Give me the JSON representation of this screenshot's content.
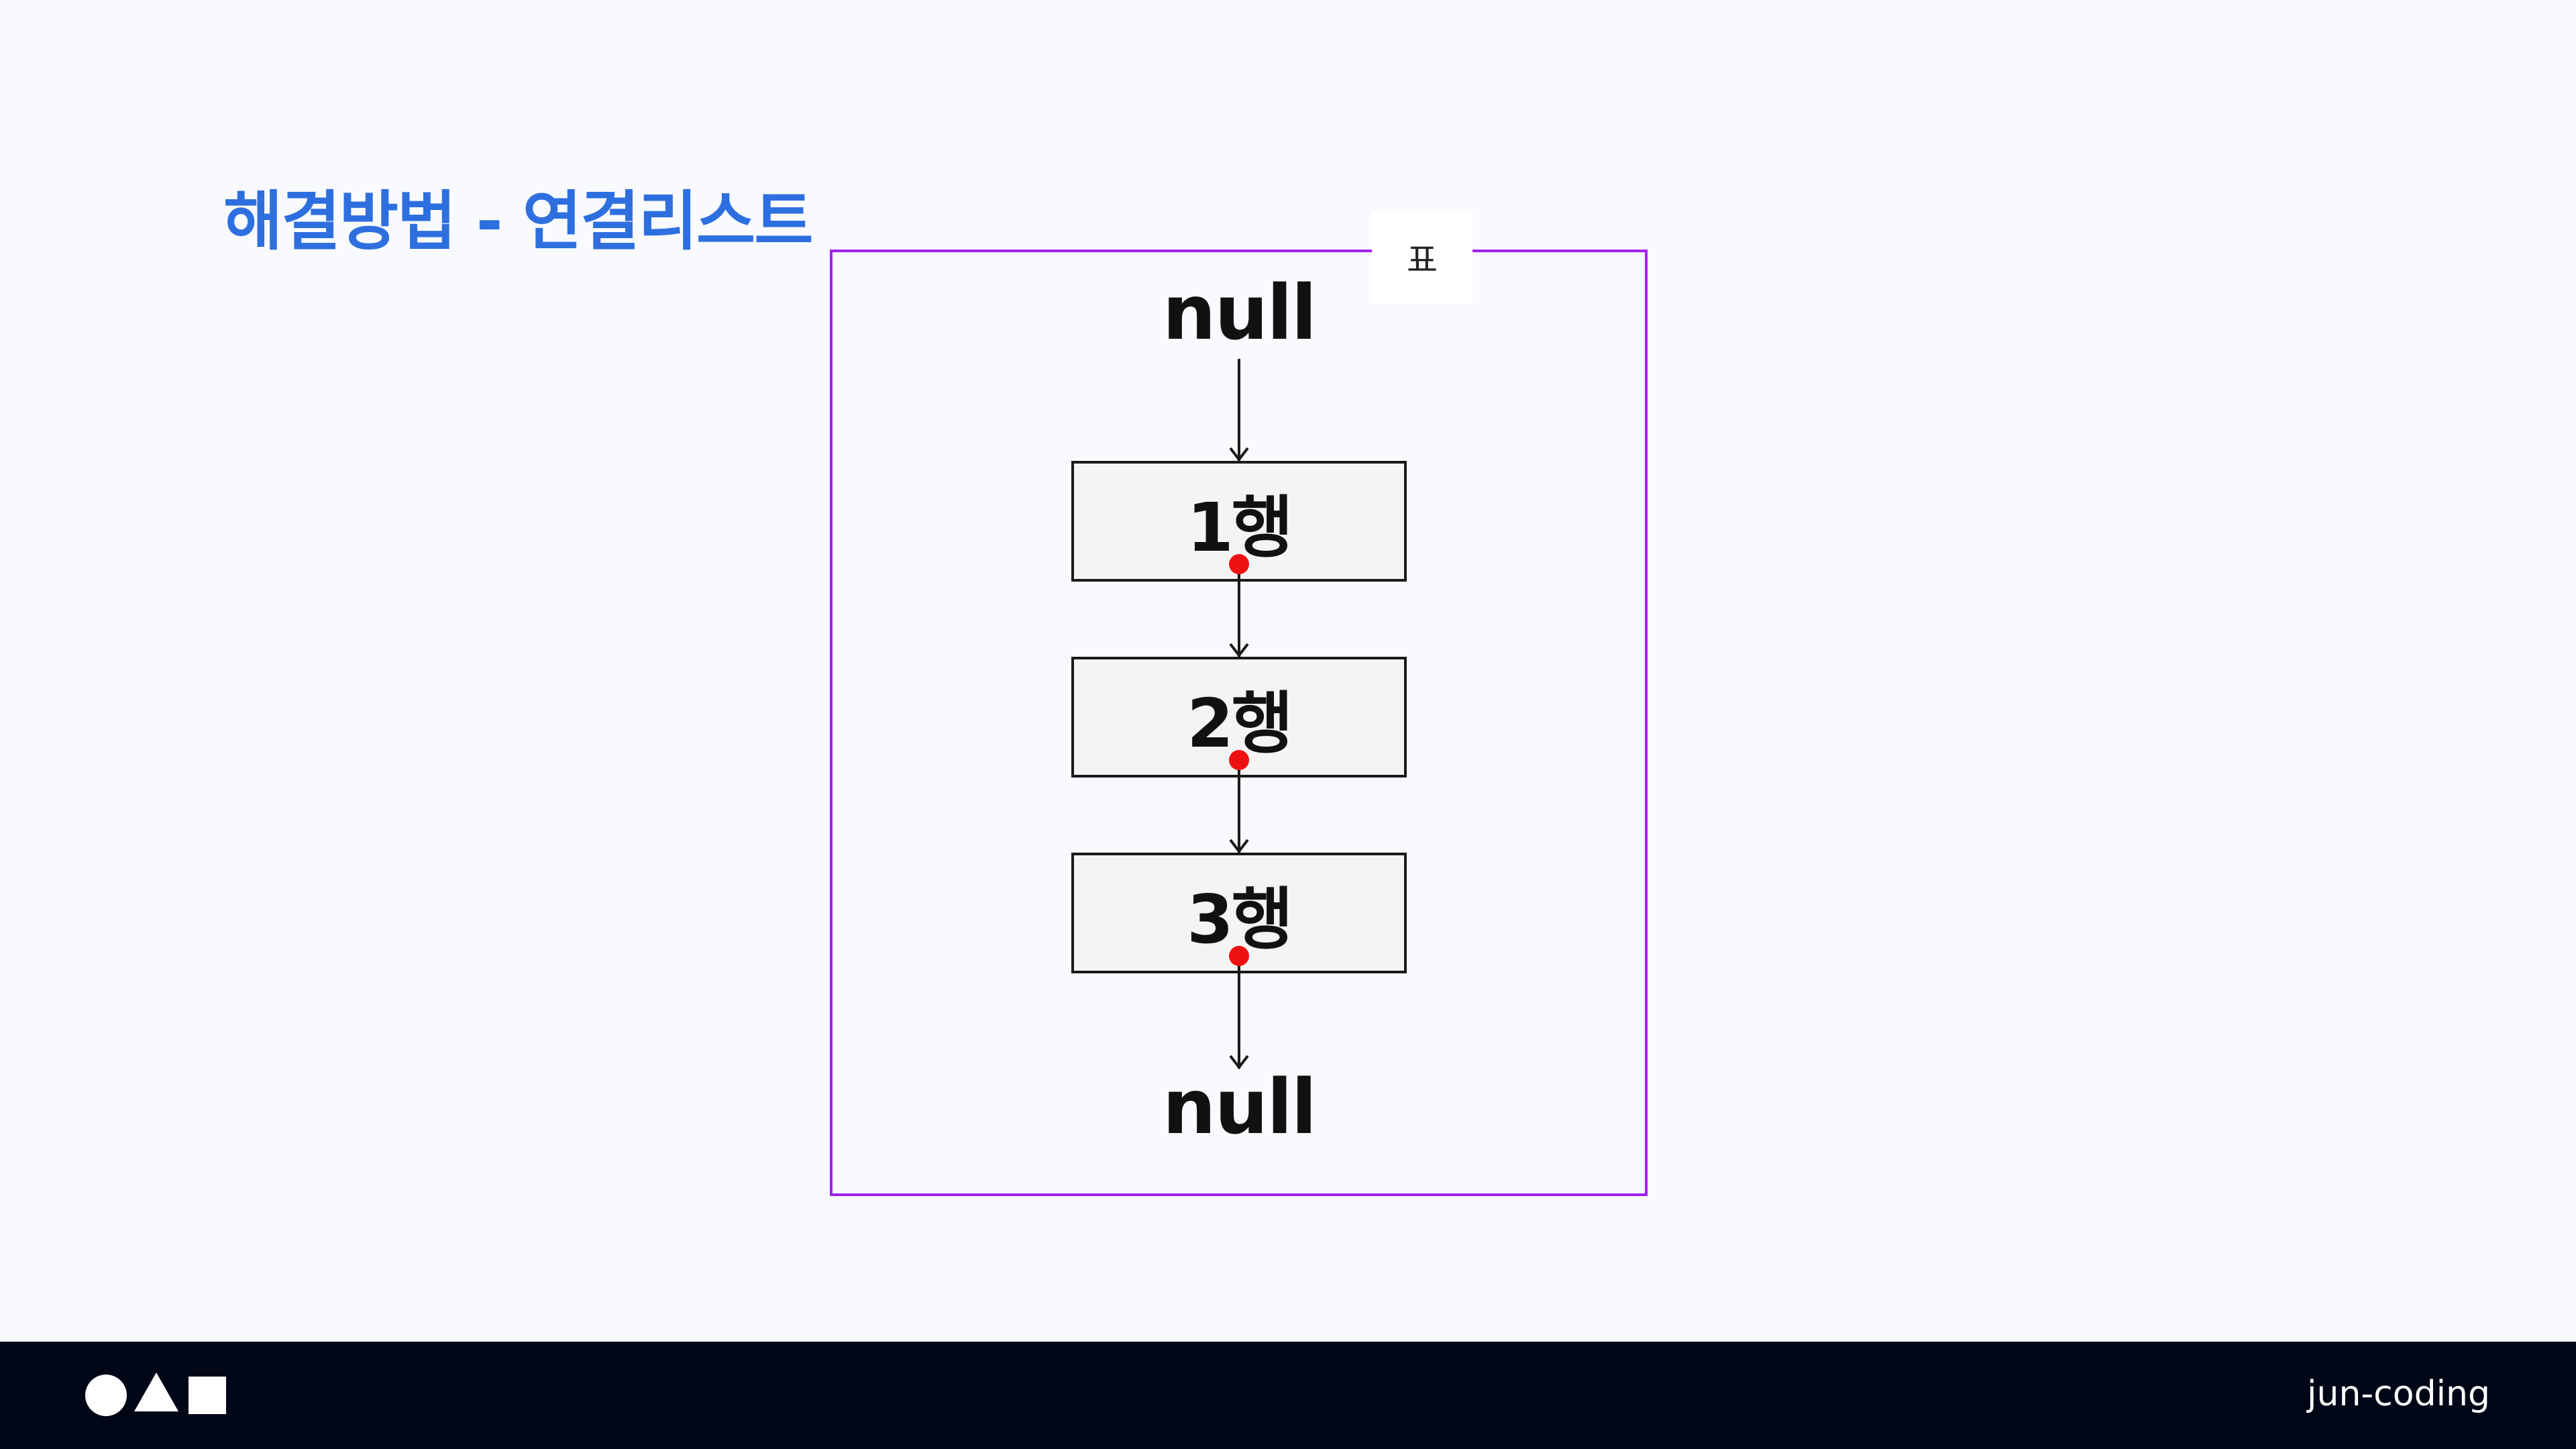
{
  "slide": {
    "title": "해결방법 - 연결리스트"
  },
  "diagram": {
    "frame_tag": "표",
    "top_label": "null",
    "bottom_label": "null",
    "nodes": [
      {
        "label": "1행"
      },
      {
        "label": "2행"
      },
      {
        "label": "3행"
      }
    ]
  },
  "footer": {
    "brand": "jun-coding",
    "logo_shapes": [
      "circle-icon",
      "triangle-icon",
      "square-icon"
    ]
  },
  "colors": {
    "title": "#2e6fe0",
    "frame_border": "#a020f0",
    "pointer_dot": "#ee1111",
    "footer_bg": "#020717"
  }
}
